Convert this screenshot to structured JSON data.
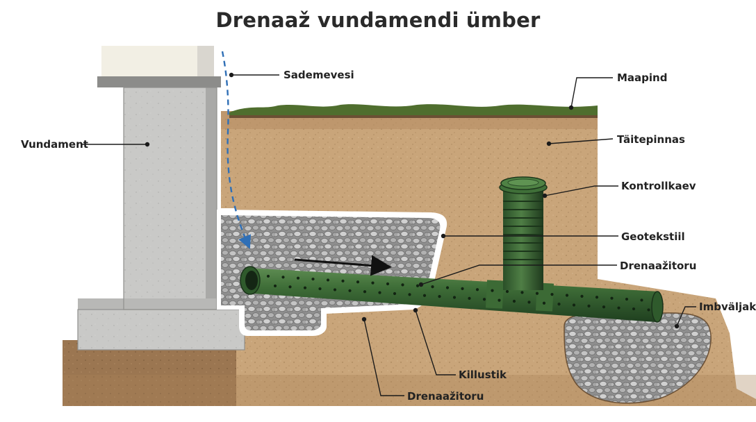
{
  "title": "Drenaaž vundamendi ümber",
  "labels": {
    "sademevesi": "Sademevesi",
    "maapind": "Maapind",
    "vundament": "Vundament",
    "taitepinnas": "Täitepinnas",
    "kontrollkaev": "Kontrollkaev",
    "geotekstiil": "Geotekstiil",
    "drenaazitoru_right": "Drenaažitoru",
    "imbvaljak": "Imbväljak",
    "killustik": "Killustik",
    "drenaazitoru_bottom": "Drenaažitoru"
  },
  "colors": {
    "soil": "#c9a57a",
    "soil_dark": "#8a6844",
    "grass": "#4f6e2e",
    "concrete": "#c8c8c6",
    "gravel": "#a7a7a7",
    "pipe": "#2e5a2c",
    "water_arrow": "#2f6fb6",
    "text": "#222222"
  }
}
